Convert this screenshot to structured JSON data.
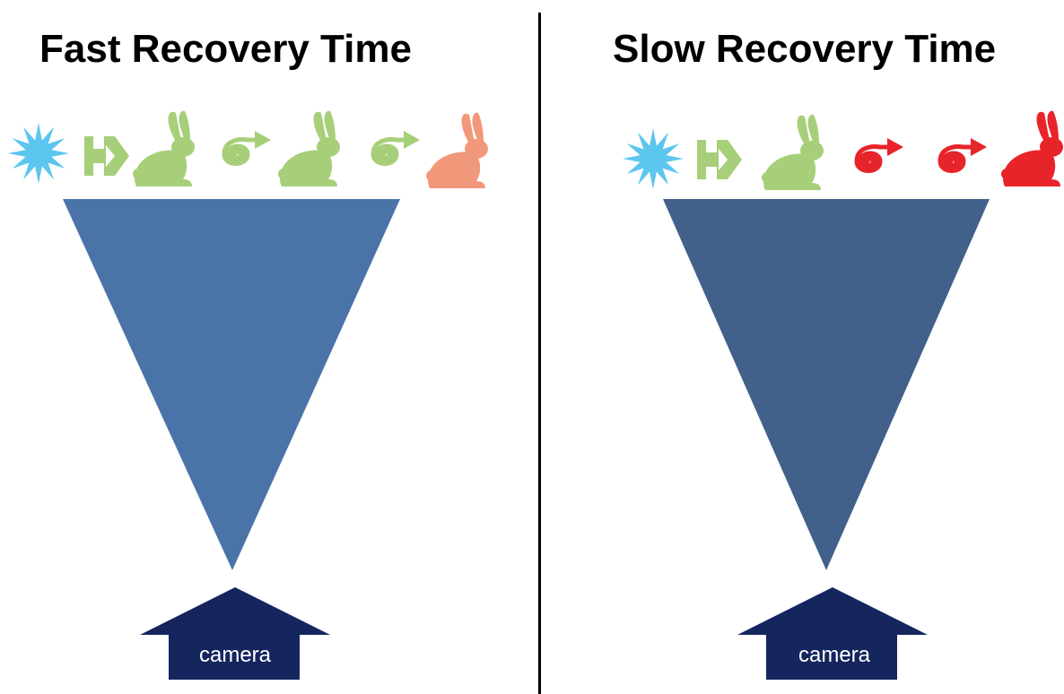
{
  "left_panel": {
    "title": "Fast Recovery Time",
    "camera_label": "camera",
    "funnel_color": "#4a74a8",
    "icons": [
      {
        "name": "burst-icon",
        "color": "#5cc6ee"
      },
      {
        "name": "arrow-icon",
        "color": "#a7cf79"
      },
      {
        "name": "rabbit-icon",
        "color": "#a7cf79"
      },
      {
        "name": "spiral-icon",
        "color": "#a7cf79"
      },
      {
        "name": "rabbit-icon",
        "color": "#a7cf79"
      },
      {
        "name": "spiral-icon",
        "color": "#a7cf79"
      },
      {
        "name": "rabbit-icon",
        "color": "#f2987a"
      }
    ]
  },
  "right_panel": {
    "title": "Slow Recovery Time",
    "camera_label": "camera",
    "funnel_color": "#41608a",
    "icons": [
      {
        "name": "burst-icon",
        "color": "#5cc6ee"
      },
      {
        "name": "arrow-icon",
        "color": "#a7cf79"
      },
      {
        "name": "rabbit-icon",
        "color": "#a7cf79"
      },
      {
        "name": "spiral-icon",
        "color": "#e8242b"
      },
      {
        "name": "spiral-icon",
        "color": "#e8242b"
      },
      {
        "name": "rabbit-icon",
        "color": "#e8242b"
      }
    ]
  },
  "colors": {
    "camera": "#15265e",
    "divider": "#000000"
  }
}
